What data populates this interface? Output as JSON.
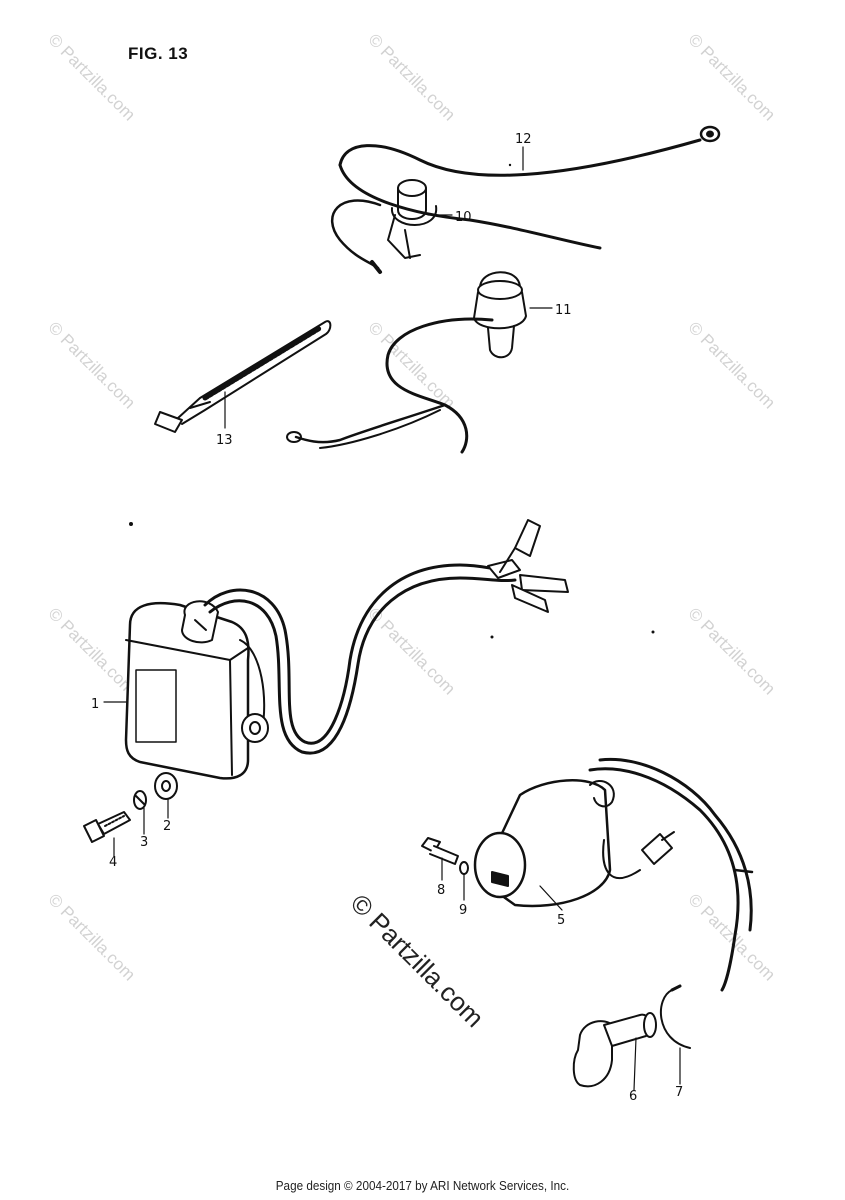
{
  "figure": {
    "title": "FIG. 13"
  },
  "watermark": {
    "text": "© Partzilla.com",
    "center_text": "© Partzilla.com"
  },
  "footer": {
    "text": "Page design © 2004-2017 by ARI Network Services, Inc."
  },
  "callouts": [
    {
      "number": "1"
    },
    {
      "number": "2"
    },
    {
      "number": "3"
    },
    {
      "number": "4"
    },
    {
      "number": "5"
    },
    {
      "number": "6"
    },
    {
      "number": "7"
    },
    {
      "number": "8"
    },
    {
      "number": "9"
    },
    {
      "number": "10"
    },
    {
      "number": "11"
    },
    {
      "number": "12"
    },
    {
      "number": "13"
    }
  ],
  "colors": {
    "ink": "#111111",
    "watermark": "#d2d2d2"
  }
}
